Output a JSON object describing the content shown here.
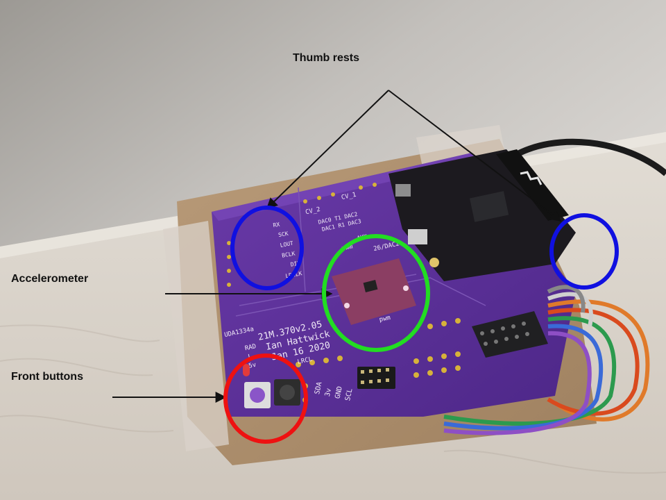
{
  "annotations": {
    "thumb_rests": "Thumb rests",
    "accelerometer": "Accelerometer",
    "front_buttons": "Front buttons"
  },
  "board_silkscreen": {
    "model": "21M.370v2.05",
    "author": "Ian Hattwick",
    "date": "Jan 16 2020",
    "cv_2": "CV_2",
    "cv_1": "CV_1",
    "dac_row_1": "DAC0 T1 DAC2",
    "dac_row_2": "DAC1 R1 DAC3",
    "pwm": "pwm",
    "pwm_2": "pwm",
    "aux": "AUX",
    "dac_pin": "26/DAC2",
    "scl": "SCL",
    "sda": "SDA",
    "v3": "3v",
    "gnd": "GND",
    "rad": "RAD",
    "l": "L",
    "v5": "5v",
    "lrcl": "LRCL",
    "udp": "UDA1334a",
    "pin_labels": [
      "RX",
      "SCK",
      "LOUT",
      "BCLK",
      "DIN",
      "LRCLK"
    ]
  },
  "colors": {
    "thumb_rest_circle": "#1010e0",
    "accelerometer_circle": "#22dd22",
    "front_buttons_circle": "#ee1111",
    "board": "#5b2f9a",
    "arrow": "#111111"
  }
}
